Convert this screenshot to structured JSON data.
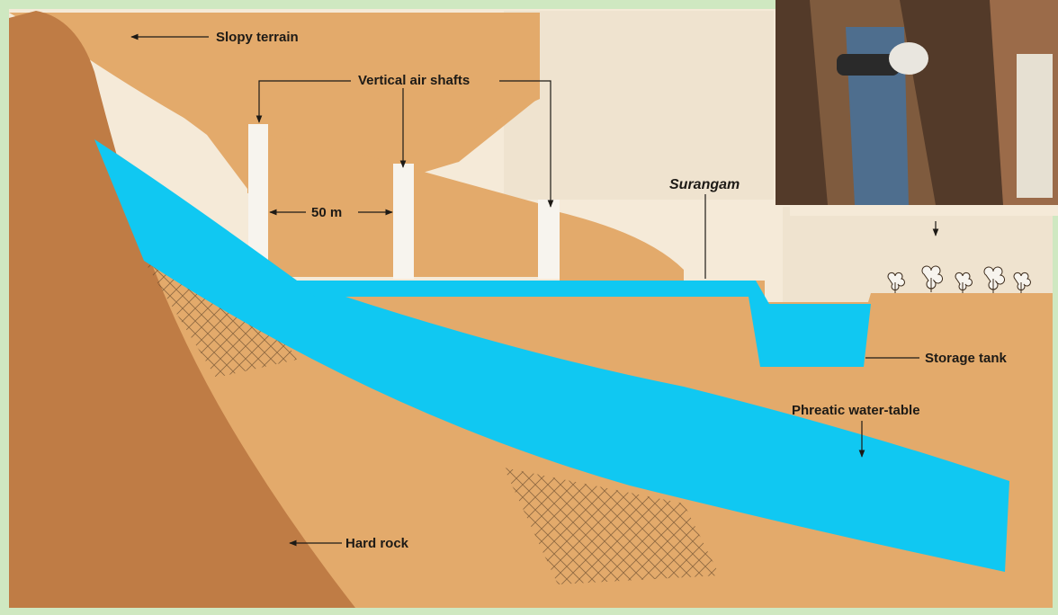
{
  "labels": {
    "slopy_terrain": "Slopy terrain",
    "vertical_air_shafts": "Vertical air shafts",
    "spacing": "50 m",
    "surangam": "Surangam",
    "storage_tank": "Storage tank",
    "phreatic_water_table": "Phreatic water-table",
    "hard_rock": "Hard rock"
  },
  "colors": {
    "background_frame": "#cfe8c1",
    "soil": "#e3aa6b",
    "hard_rock": "#bf7c45",
    "water": "#10c8f2",
    "text": "#1d1a16"
  }
}
